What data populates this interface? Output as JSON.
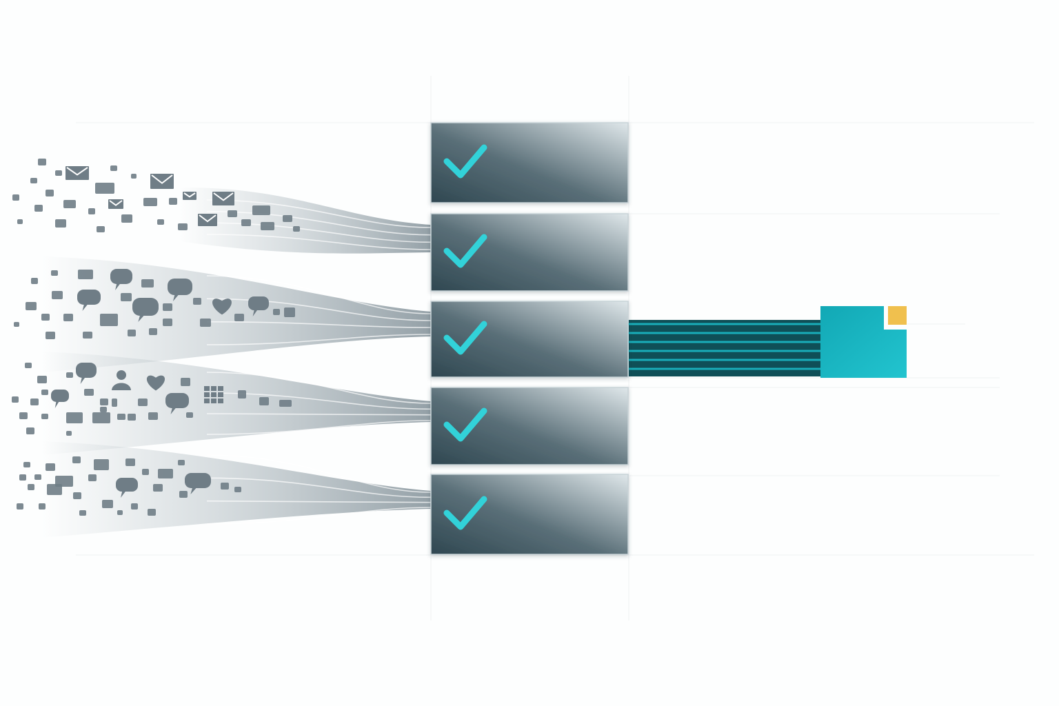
{
  "scene": {
    "background": "#fdfefe",
    "colors": {
      "panel_dark": "#2f4751",
      "panel_light": "#dfe7ea",
      "check": "#33d2d9",
      "icon": "#6f7d86",
      "stream": "#9aa6ad",
      "channel": "#1bb8c4",
      "output_block": "#19b3bf",
      "accent_square": "#f0c04e"
    },
    "panels": [
      {
        "icon": "checkmark-icon",
        "state": "checked"
      },
      {
        "icon": "checkmark-icon",
        "state": "checked"
      },
      {
        "icon": "checkmark-icon",
        "state": "checked"
      },
      {
        "icon": "checkmark-icon",
        "state": "checked"
      },
      {
        "icon": "checkmark-icon",
        "state": "checked"
      }
    ],
    "streams": [
      {
        "icon_types": [
          "envelope-icon",
          "square-icon"
        ]
      },
      {
        "icon_types": [
          "speech-bubble-icon",
          "heart-icon",
          "square-icon"
        ]
      },
      {
        "icon_types": [
          "speech-bubble-icon",
          "person-icon",
          "heart-icon",
          "grid-icon",
          "square-icon"
        ]
      },
      {
        "icon_types": [
          "square-icon",
          "speech-bubble-icon"
        ]
      }
    ],
    "output": {
      "icon": "output-block-icon",
      "accent_icon": "accent-square-icon"
    }
  }
}
